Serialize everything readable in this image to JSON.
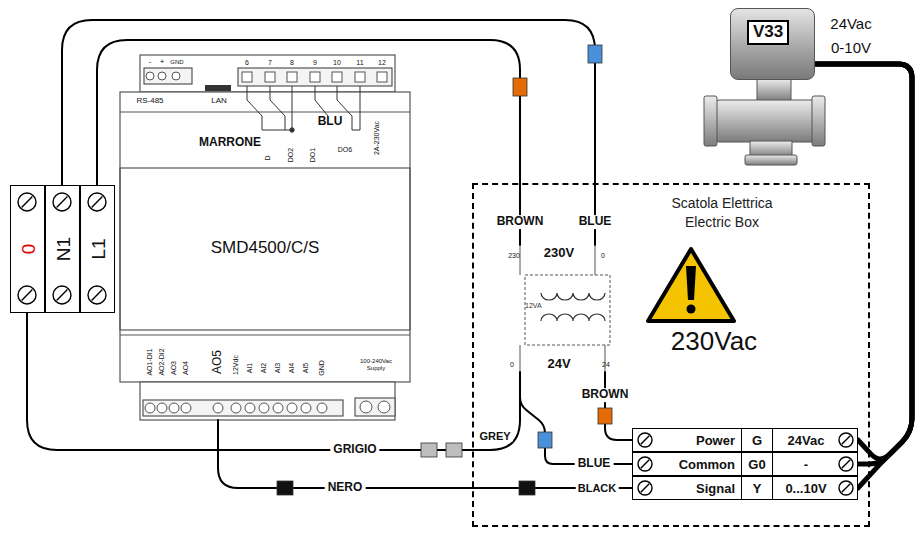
{
  "diagram": {
    "nodes": [
      {
        "text": [
          "SMD4500/C/S"
        ]
      },
      {
        "text": [
          "0"
        ]
      },
      {
        "text": [
          "N1"
        ]
      },
      {
        "text": [
          "L1"
        ]
      },
      {
        "text": [
          "Scatola Elettrica Electric Box",
          "230Vac"
        ]
      },
      {
        "text": [
          "230V",
          "12VA",
          "24V"
        ],
        "in": 4
      },
      {
        "text": [
          "Power",
          "G",
          "24Vac"
        ],
        "in": 4
      },
      {
        "text": [
          "Common",
          "G0",
          "-"
        ],
        "in": 4
      },
      {
        "text": [
          "Signal",
          "Y",
          "0...10V"
        ],
        "in": 4
      },
      {
        "text": [
          "V33"
        ]
      }
    ],
    "edges": [
      {
        "from": 2,
        "to": 5,
        "label": "BLUE",
        "arrow": "none"
      },
      {
        "from": 3,
        "to": 5,
        "label": "BROWN",
        "arrow": "none"
      },
      {
        "from": 1,
        "to": 5,
        "label": "GRIGIO",
        "arrow": "none"
      },
      {
        "from": 5,
        "to": 6,
        "label": "BROWN",
        "arrow": "none"
      },
      {
        "from": 5,
        "to": 7,
        "label": "BLUE",
        "arrow": "none"
      },
      {
        "from": 0,
        "to": 8,
        "label": "NERO",
        "arrow": "none"
      },
      {
        "from": 6,
        "to": 9,
        "arrow": "none"
      },
      {
        "from": 7,
        "to": 9,
        "arrow": "none"
      },
      {
        "from": 8,
        "to": 9,
        "arrow": "none"
      }
    ],
    "labels": [
      "RS-485",
      "LAN",
      "-",
      "+",
      "GND",
      "6",
      "7",
      "8",
      "9",
      "10",
      "11",
      "12",
      "MARRONE",
      "BLU",
      "D",
      "DO2",
      "DO1",
      "DO6",
      "2A-230Vac",
      "AO1-DI1",
      "AO2-DI2",
      "AO3",
      "AO4",
      "AO5",
      "12Vdc",
      "AI1",
      "AI2",
      "AI3",
      "AI4",
      "AI5",
      "GND",
      "100-240Vac Supply",
      "230",
      "0",
      "0",
      "24",
      "GREY",
      "BLACK",
      "24Vac",
      "0-10V"
    ]
  }
}
